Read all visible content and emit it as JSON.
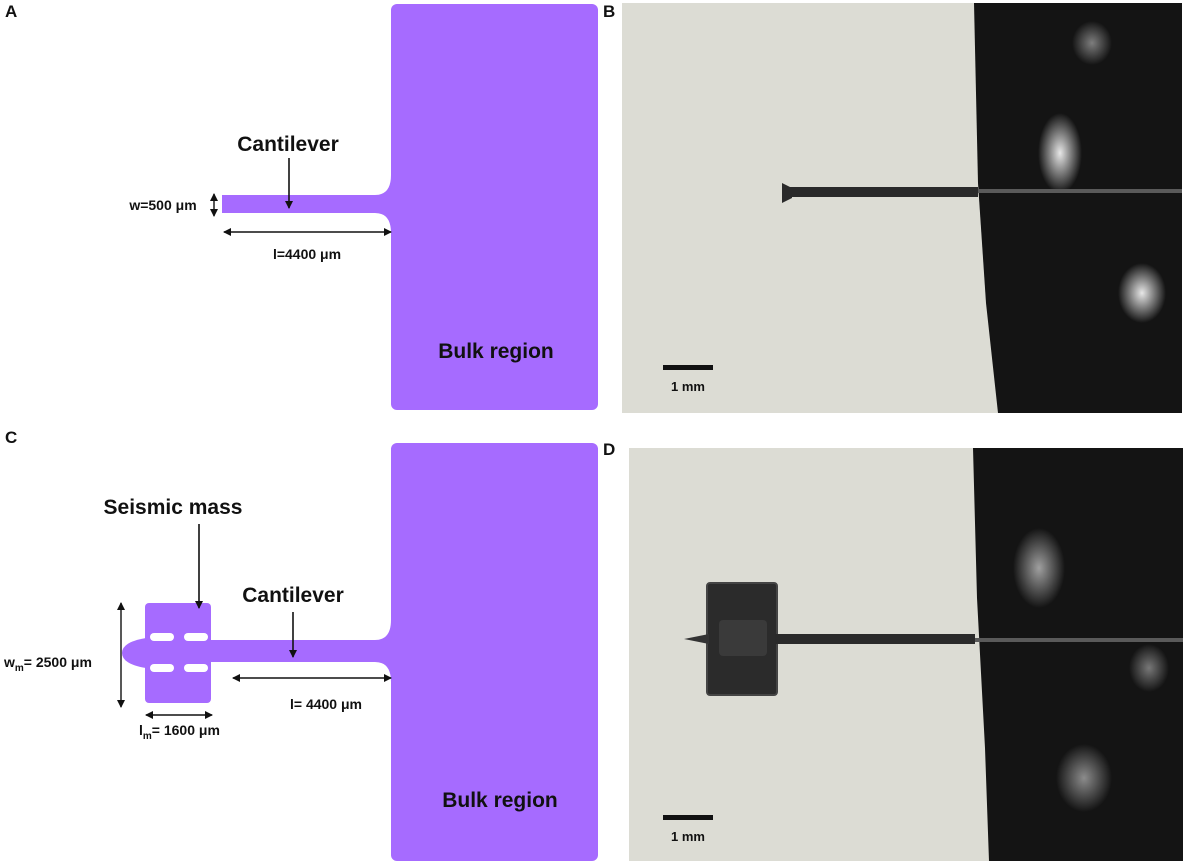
{
  "panels": {
    "a": {
      "letter": "A",
      "cantilever_label": "Cantilever",
      "width_label": "w=500 μm",
      "length_label": "l=4400 μm",
      "bulk_label": "Bulk region"
    },
    "b": {
      "letter": "B",
      "scalebar_label": "1 mm"
    },
    "c": {
      "letter": "C",
      "mass_label": "Seismic mass",
      "cantilever_label": "Cantilever",
      "mass_width_label_main": "w",
      "mass_width_label_sub": "m",
      "mass_width_label_value": "= 2500 μm",
      "mass_length_label_main": "l",
      "mass_length_label_sub": "m",
      "mass_length_label_value": "= 1600 μm",
      "length_label": "l= 4400 μm",
      "bulk_label": "Bulk region"
    },
    "d": {
      "letter": "D",
      "scalebar_label": "1 mm"
    }
  },
  "colors": {
    "device": "#a66bff",
    "photo_background": "#dcdcd4",
    "photo_material": "#141414"
  }
}
